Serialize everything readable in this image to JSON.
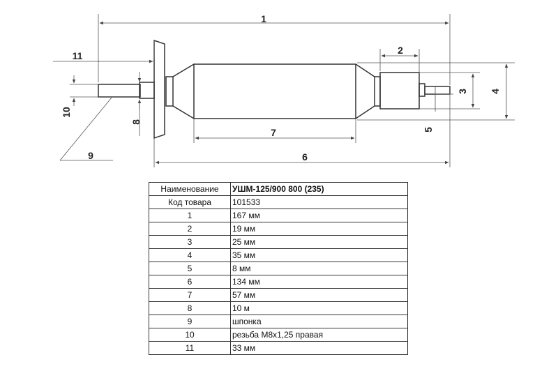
{
  "drawing": {
    "dimension_labels": {
      "d1": "1",
      "d2": "2",
      "d3": "3",
      "d4": "4",
      "d5": "5",
      "d6": "6",
      "d7": "7",
      "d8": "8",
      "d9": "9",
      "d10": "10",
      "d11": "11"
    }
  },
  "table": {
    "header": {
      "key": "Наименование",
      "value": "УШМ-125/900 800 (235)"
    },
    "rows": [
      {
        "key": "Код товара",
        "value": "101533"
      },
      {
        "key": "1",
        "value": "167 мм"
      },
      {
        "key": "2",
        "value": "19 мм"
      },
      {
        "key": "3",
        "value": "25 мм"
      },
      {
        "key": "4",
        "value": "35 мм"
      },
      {
        "key": "5",
        "value": "8 мм"
      },
      {
        "key": "6",
        "value": "134 мм"
      },
      {
        "key": "7",
        "value": "57 мм"
      },
      {
        "key": "8",
        "value": "10 м"
      },
      {
        "key": "9",
        "value": "шпонка"
      },
      {
        "key": "10",
        "value": "резьба М8х1,25 правая"
      },
      {
        "key": "11",
        "value": "33 мм"
      }
    ]
  }
}
